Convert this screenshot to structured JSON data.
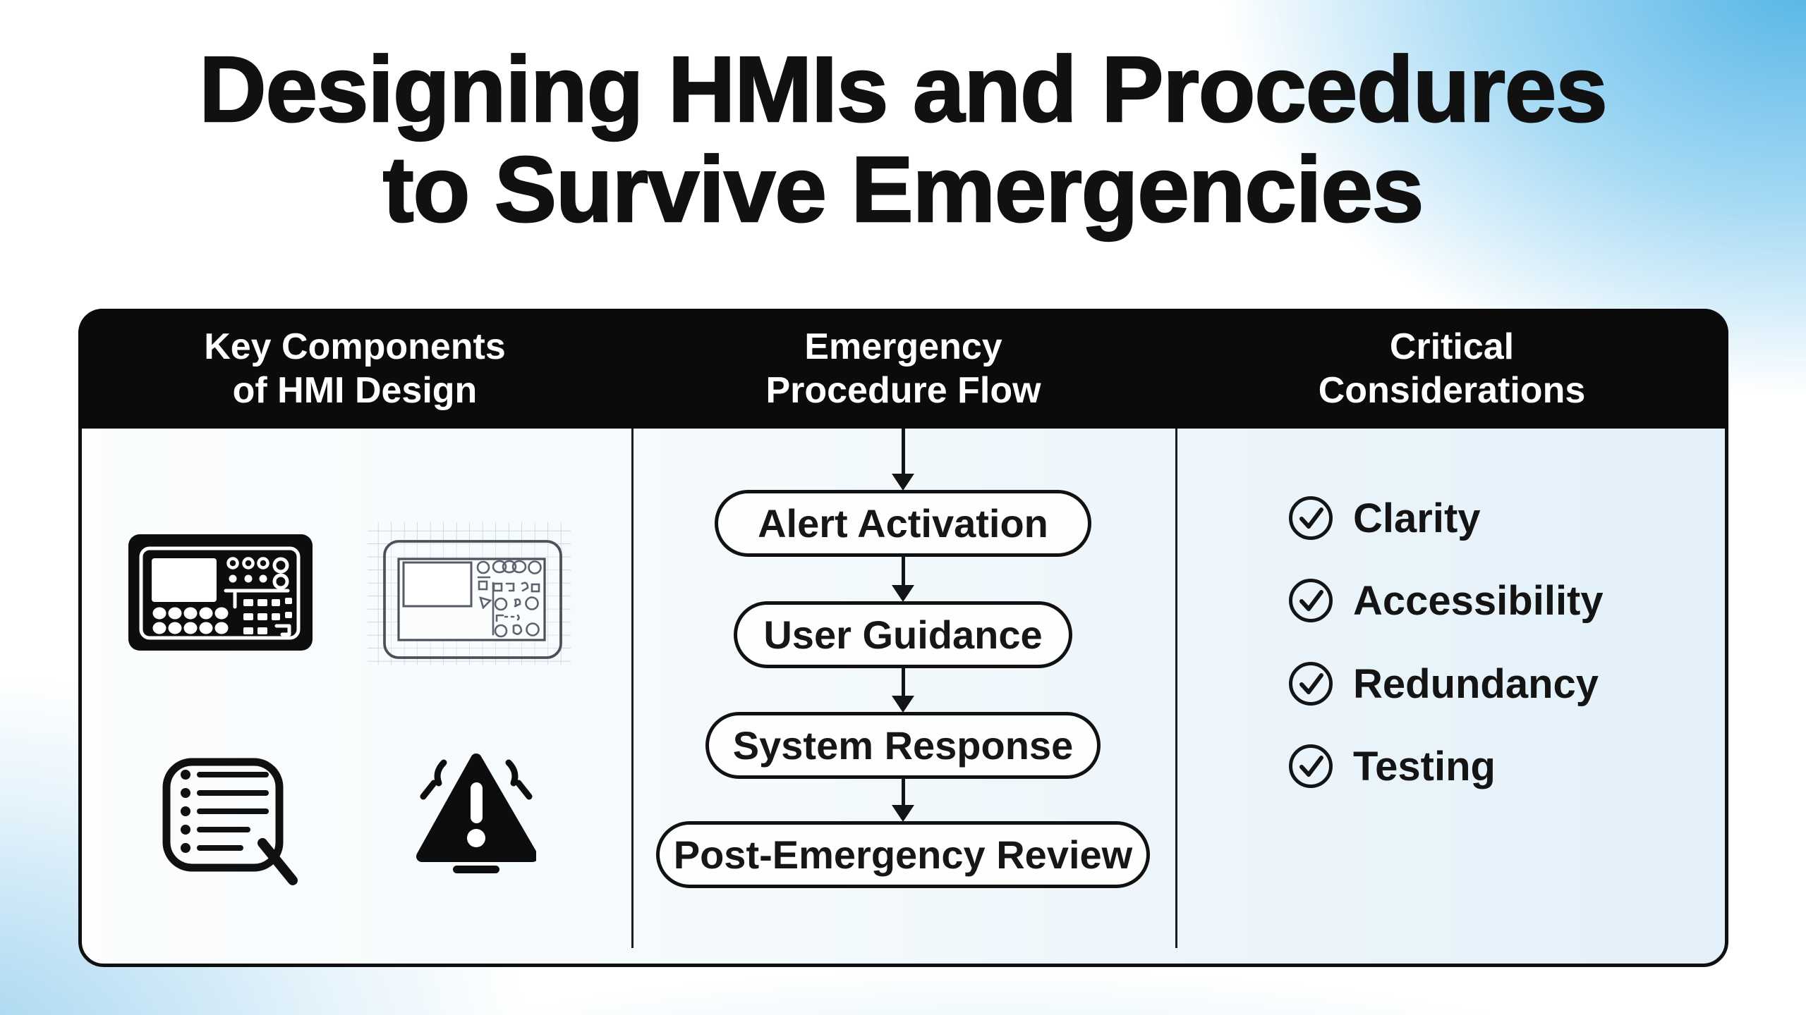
{
  "title": {
    "line1": "Designing HMIs and Procedures",
    "line2": "to Survive Emergencies"
  },
  "panel": {
    "header": {
      "col1": {
        "line1": "Key Components",
        "line2": "of HMI Design"
      },
      "col2": {
        "line1": "Emergency",
        "line2": "Procedure Flow"
      },
      "col3": {
        "line1": "Critical",
        "line2": "Considerations"
      }
    }
  },
  "components": {
    "icons": [
      "hmi-panel-solid-icon",
      "hmi-panel-wireframe-sketch-icon",
      "checklist-magnifier-icon",
      "warning-alert-icon"
    ]
  },
  "flow": {
    "steps": [
      "Alert Activation",
      "User Guidance",
      "System Response",
      "Post-Emergency Review"
    ]
  },
  "considerations": {
    "bullet_icon": "check-circle-icon",
    "items": [
      "Clarity",
      "Accessibility",
      "Redundancy",
      "Testing"
    ]
  },
  "colors": {
    "header_bg": "#0b0b0b",
    "header_text": "#ffffff",
    "card_border": "#101010",
    "pill_border": "#111111",
    "body_text": "#141414",
    "accent_blue_top_right": "#55b5e6",
    "accent_blue_bottom_left": "#bfe2f5"
  }
}
